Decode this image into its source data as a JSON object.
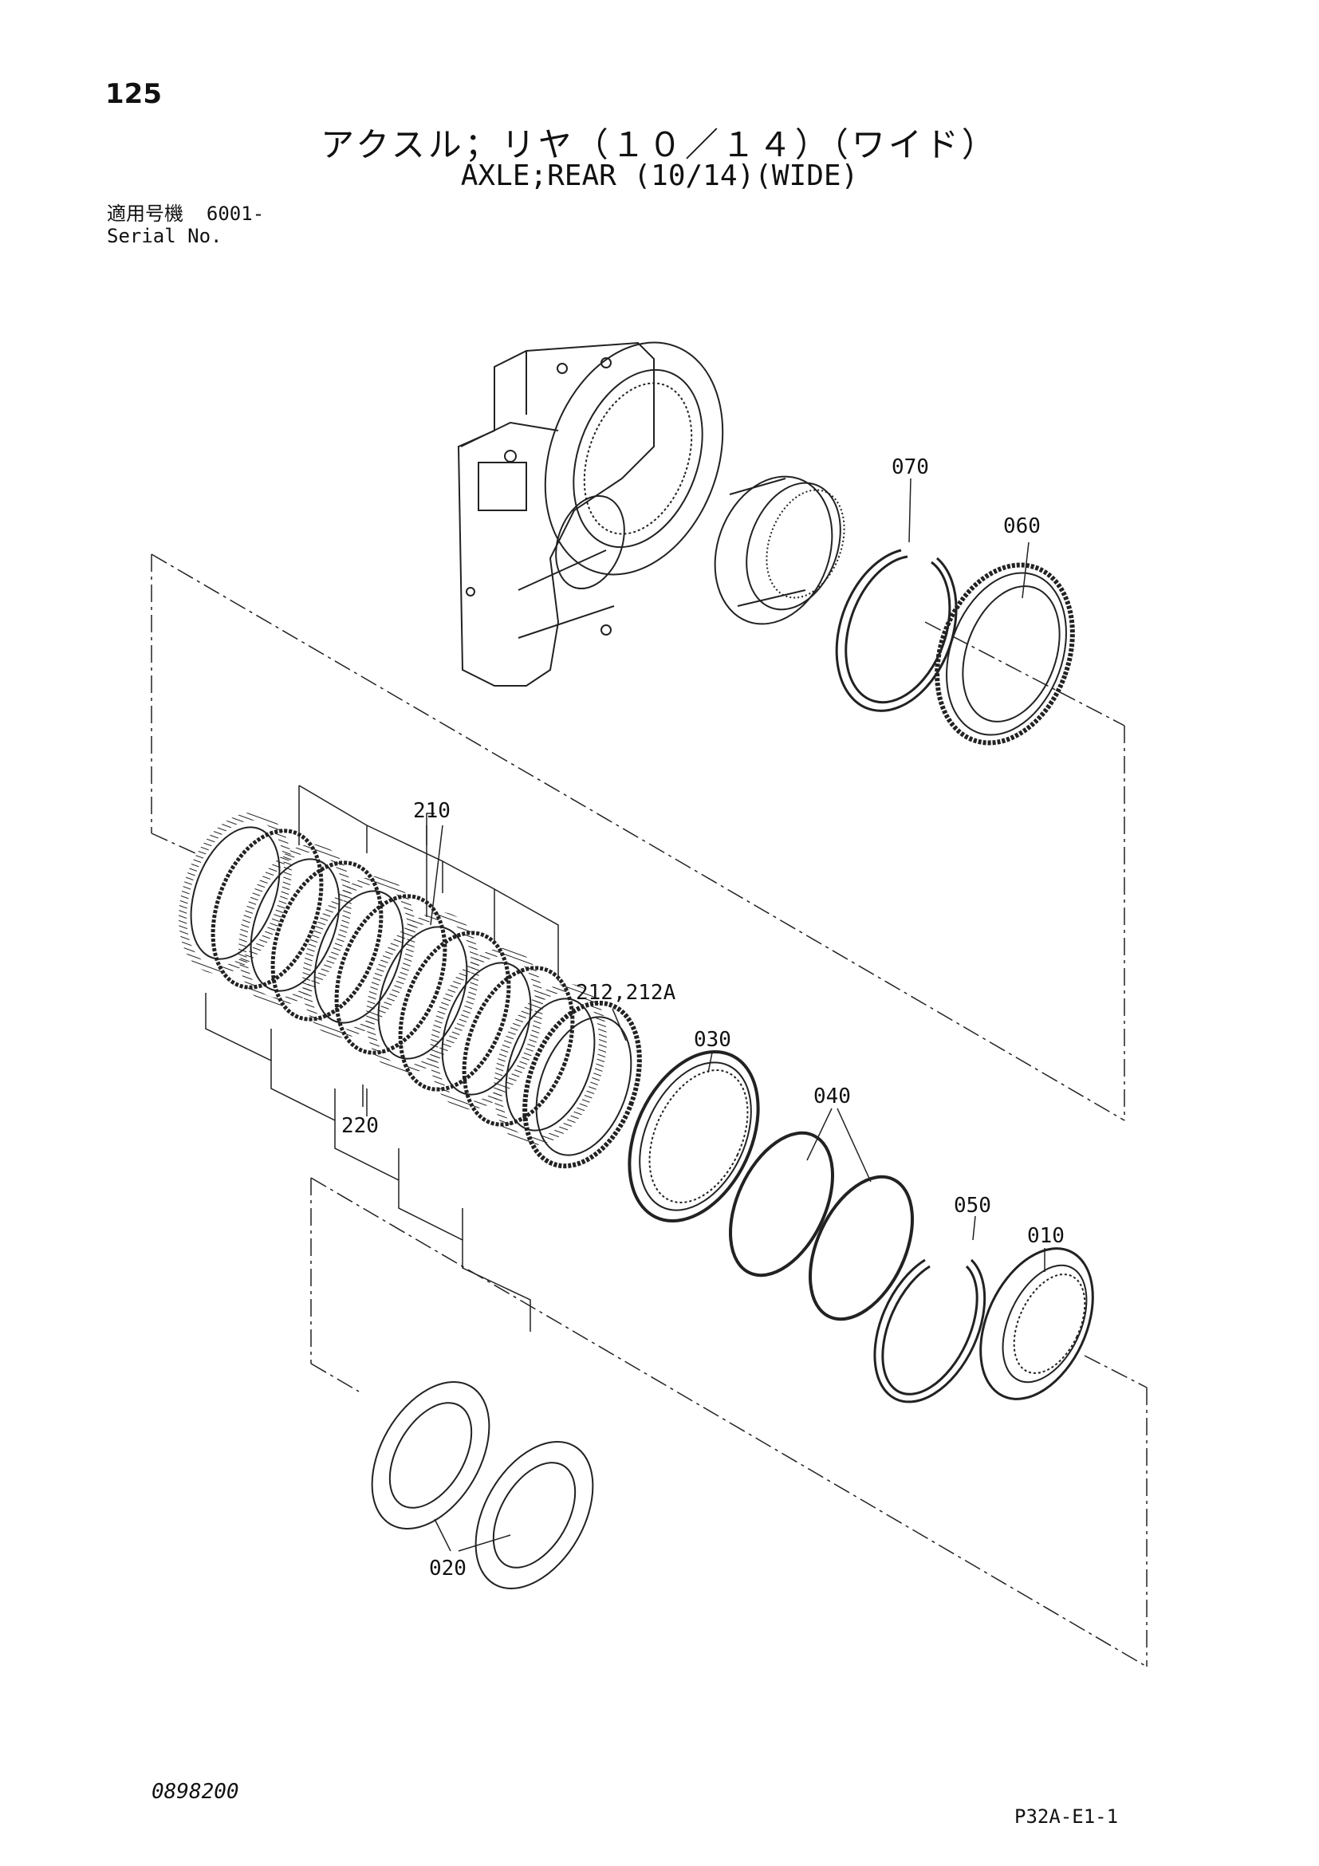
{
  "header": {
    "page_number": "125",
    "title_jp": "アクスル；リヤ（１０／１４）（ワイド）",
    "title_en": "AXLE;REAR (10/14)(WIDE)",
    "serial_label_jp": "適用号機",
    "serial_value": "6001-",
    "serial_label_en": "Serial No."
  },
  "parts": {
    "p070": "070",
    "p060": "060",
    "p210": "210",
    "p212": "212,212A",
    "p030": "030",
    "p040": "040",
    "p220": "220",
    "p050": "050",
    "p010": "010",
    "p020": "020"
  },
  "footer": {
    "doc_id": "0898200",
    "page_code": "P32A-E1-1"
  }
}
